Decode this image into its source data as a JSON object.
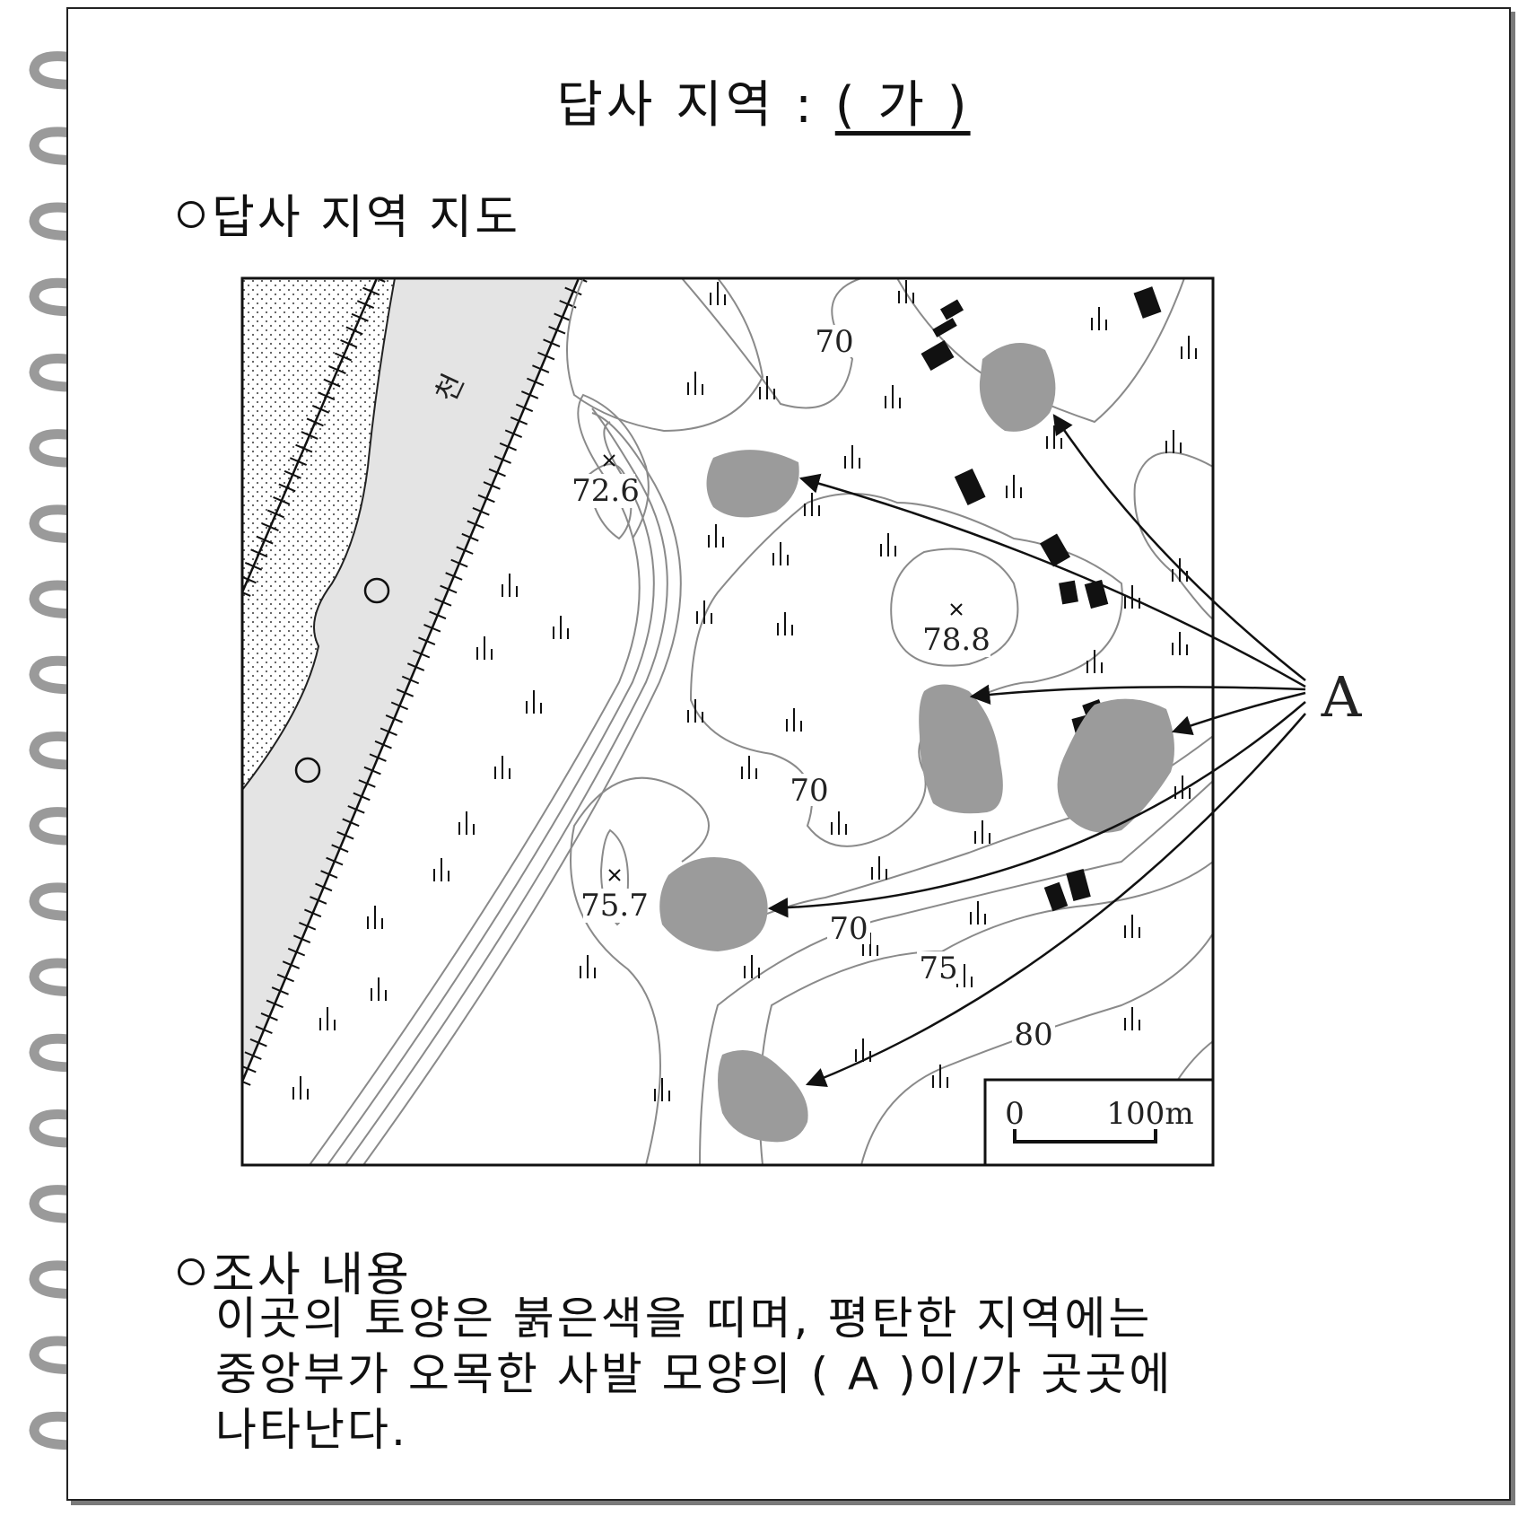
{
  "header": {
    "prefix": "답사 지역 :",
    "blank": "( 가 )"
  },
  "sections": {
    "map_heading": "답사 지역 지도",
    "survey_heading": "조사 내용"
  },
  "map": {
    "river_label": "천",
    "spot_heights": [
      "72.6",
      "78.8",
      "75.7"
    ],
    "contour_labels": [
      "70",
      "70",
      "70",
      "75",
      "80"
    ],
    "callout_label": "A",
    "scale": {
      "start": "0",
      "end": "100m"
    }
  },
  "survey_text": {
    "line1": "이곳의 토양은 붉은색을 띠며, 평탄한 지역에는",
    "line2": "중앙부가 오목한 사발 모양의 ( A )이/가 곳곳에",
    "line3": "나타난다."
  },
  "colors": {
    "sinkhole": "#9b9b9b",
    "river": "#e4e4e4",
    "contour": "#8a8a8a",
    "ink": "#111111"
  }
}
